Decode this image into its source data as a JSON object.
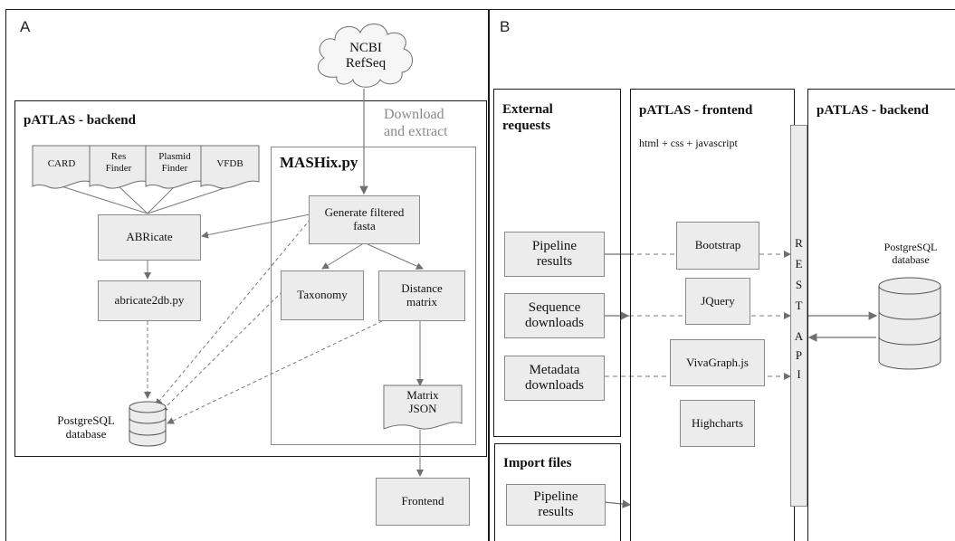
{
  "panel_a": {
    "letter": "A",
    "cloud": "NCBI\nRefSeq",
    "download_label": "Download\nand extract",
    "backend_title": "pATLAS - backend",
    "databases": [
      "CARD",
      "Res\nFinder",
      "Plasmid\nFinder",
      "VFDB"
    ],
    "abricate": "ABRicate",
    "abricate2db": "abricate2db.py",
    "postgres_label": "PostgreSQL\ndatabase",
    "mashix_title": "MASHix.py",
    "generate": "Generate filtered\nfasta",
    "taxonomy": "Taxonomy",
    "distance": "Distance\nmatrix",
    "matrix_json": "Matrix\nJSON",
    "frontend": "Frontend"
  },
  "panel_b": {
    "letter": "B",
    "external_title": "External\nrequests",
    "pipeline_results": "Pipeline\nresults",
    "sequence_downloads": "Sequence\ndownloads",
    "metadata_downloads": "Metadata\ndownloads",
    "import_title": "Import files",
    "import_pipeline": "Pipeline\nresults",
    "frontend_title": "pATLAS - frontend",
    "frontend_sub": "html + css + javascript",
    "bootstrap": "Bootstrap",
    "jquery": "JQuery",
    "vivagraph": "VivaGraph.js",
    "highcharts": "Highcharts",
    "rest_api": [
      "R",
      "E",
      "S",
      "T",
      "A",
      "P",
      "I"
    ],
    "backend_title": "pATLAS - backend",
    "postgres_label": "PostgreSQL\ndatabase"
  }
}
